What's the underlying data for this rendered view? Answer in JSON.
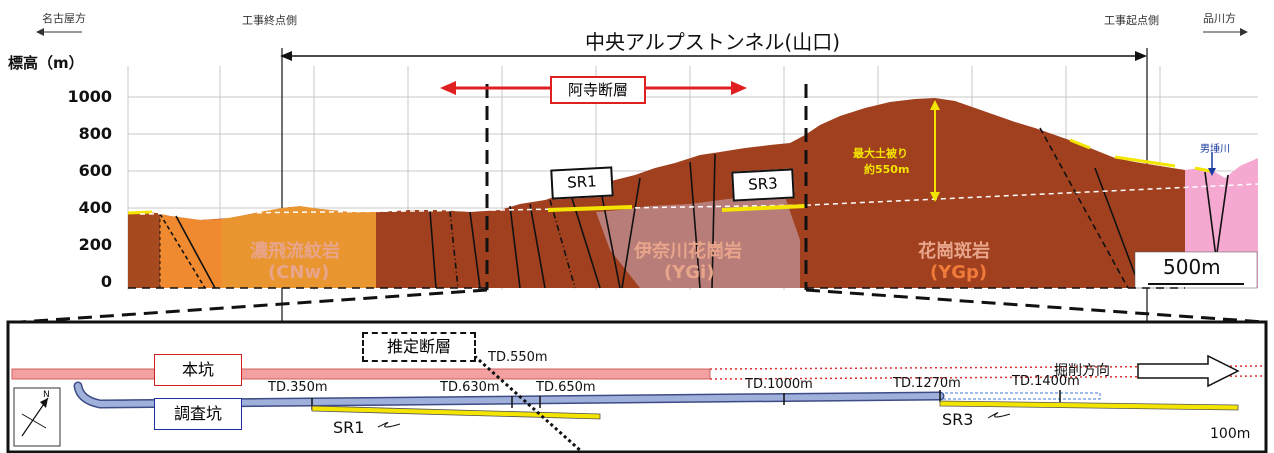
{
  "profile": {
    "direction_left": "名古屋方",
    "direction_right": "品川方",
    "end_side": "工事終点側",
    "start_side": "工事起点側",
    "tunnel_name": "中央アルプストンネル(山口)",
    "y_axis_label": "標高（m）",
    "y_ticks": [
      "1000",
      "800",
      "600",
      "400",
      "200",
      "0"
    ],
    "fault_label": "阿寺断層",
    "sr1_label": "SR1",
    "sr3_label": "SR3",
    "cover_line1": "最大土被り",
    "cover_line2": "約550m",
    "river_label": "男埵川",
    "rock1_name": "濃飛流紋岩",
    "rock1_code": "(CNw)",
    "rock2_name": "伊奈川花崗岩",
    "rock2_code": "(YGi)",
    "rock3_name": "花崗斑岩",
    "rock3_code": "(YGp)",
    "scale_bar": "500m"
  },
  "plan": {
    "main_tunnel": "本坑",
    "survey_tunnel": "調査坑",
    "estimated_fault": "推定断層",
    "excavation_direction": "掘削方向",
    "td_labels": [
      "TD.550m",
      "TD.350m",
      "TD.630m",
      "TD.650m",
      "TD.1000m",
      "TD.1270m",
      "TD.1400m"
    ],
    "sr1_label": "SR1",
    "sr3_label": "SR3",
    "scale": "100m",
    "north_label": "N"
  }
}
